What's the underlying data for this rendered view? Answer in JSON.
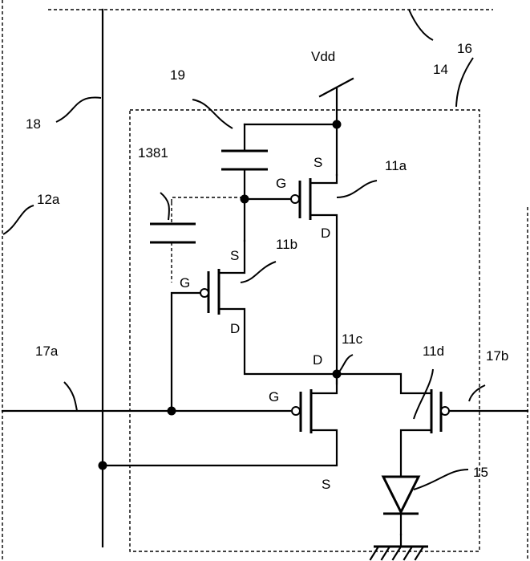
{
  "labels": {
    "supply": "Vdd",
    "ref_14": "14",
    "ref_16": "16",
    "ref_19": "19",
    "ref_18": "18",
    "ref_1381": "1381",
    "ref_12a": "12a",
    "ref_11a": "11a",
    "ref_11b": "11b",
    "ref_11c": "11c",
    "ref_11d": "11d",
    "ref_17a": "17a",
    "ref_17b": "17b",
    "ref_15": "15",
    "gate": "G",
    "source": "S",
    "drain": "D"
  }
}
